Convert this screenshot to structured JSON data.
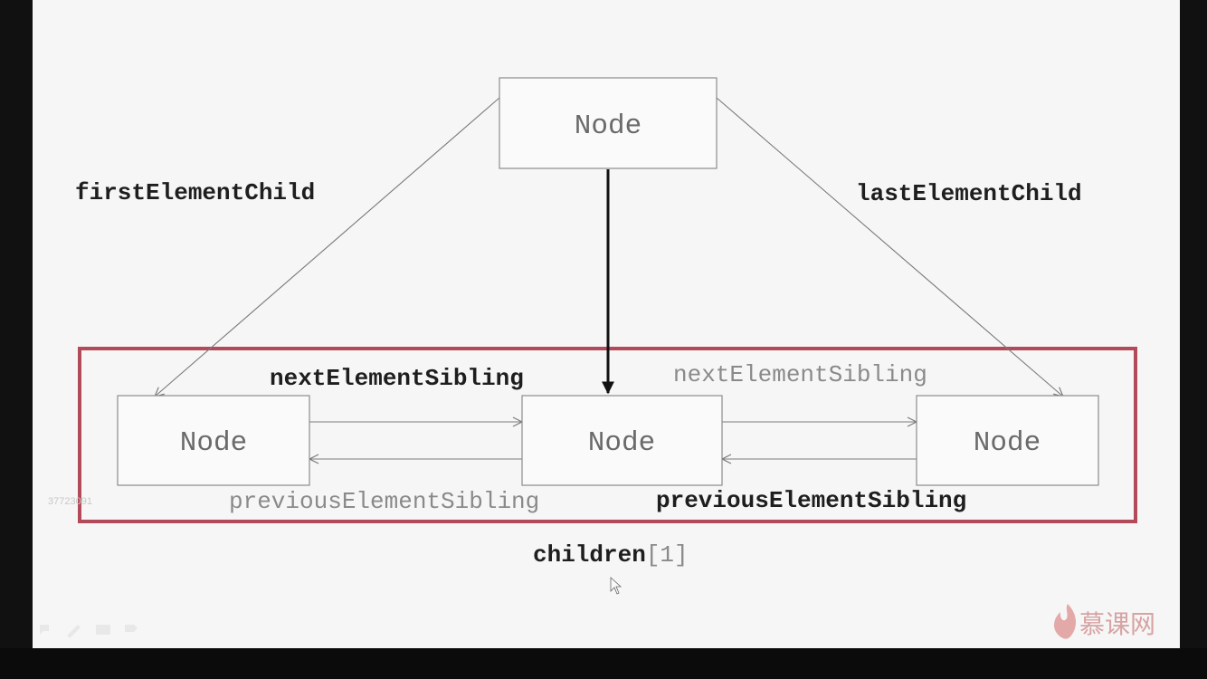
{
  "diagram": {
    "nodes": {
      "parent": "Node",
      "left": "Node",
      "middle": "Node",
      "right": "Node"
    },
    "labels": {
      "first_child": "firstElementChild",
      "last_child": "lastElementChild",
      "next_sibling_bold": "nextElementSibling",
      "next_sibling_light": "nextElementSibling",
      "prev_sibling_light": "previousElementSibling",
      "prev_sibling_bold": "previousElementSibling",
      "children_name": "children",
      "children_index": "[1]"
    }
  },
  "watermark": {
    "id_text": "37723091",
    "logo_text": "慕课网"
  },
  "colors": {
    "highlight_frame": "#b24a5a",
    "slide_bg": "#f6f6f6",
    "page_bg": "#111111"
  }
}
